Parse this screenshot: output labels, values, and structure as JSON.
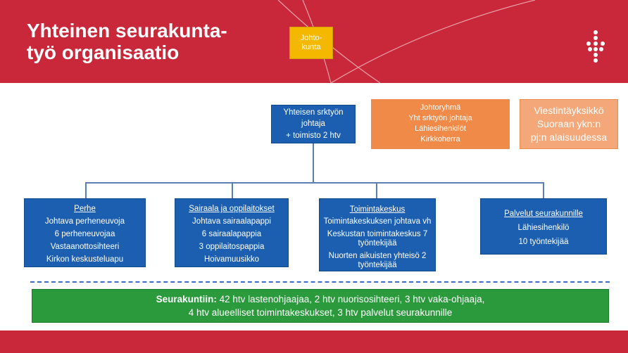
{
  "header": {
    "title": "Yhteinen seurakunta-\ntyö organisaatio",
    "johtokunta": "Johto-\nkunta"
  },
  "top": {
    "director": [
      "Yhteisen srktyön",
      "johtaja",
      "+ toimisto 2 htv"
    ],
    "johtoryhma": [
      "Johtoryhmä",
      "Yht srktyön johtaja",
      "Lähiesihenkilöt",
      "Kirkkoherra"
    ],
    "viestinta": [
      "Viestintäyksikkö",
      "Suoraan ykn:n",
      "pj:n alaisuudessa"
    ]
  },
  "units": [
    {
      "title": "Perhe",
      "lines": [
        "Johtava perheneuvoja",
        "6 perheneuvojaa",
        "Vastaanottosihteeri",
        "Kirkon keskusteluapu"
      ]
    },
    {
      "title": "Sairaala ja oppilaitokset",
      "lines": [
        "Johtava sairaalapappi",
        "6 sairaalapappia",
        "3 oppilaitospappia",
        "Hoivamuusikko"
      ]
    },
    {
      "title": "Toimintakeskus",
      "lines": [
        "Toimintakeskuksen johtava vh",
        "Keskustan toimintakeskus 7 työntekijää",
        "Nuorten aikuisten yhteisö 2 työntekijää"
      ]
    },
    {
      "title": "Palvelut seurakunnille",
      "lines": [
        "Lähiesihenkilö",
        "10 työntekijää"
      ]
    }
  ],
  "bottom": {
    "bold": "Seurakuntiin:",
    "text1": " 42 htv lastenohjaajaa, 2 htv nuorisosihteeri, 3 htv vaka-ohjaaja,",
    "text2": "4 htv alueelliset toimintakeskukset, 3 htv palvelut seurakunnille"
  },
  "colors": {
    "red": "#c8283a",
    "blue": "#1c5fb0",
    "orange": "#f08a48",
    "yellow": "#f5b800",
    "green": "#2a9a3c"
  }
}
